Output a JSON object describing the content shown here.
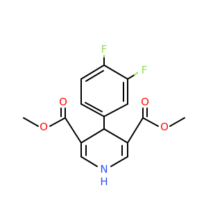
{
  "molecule": {
    "atoms": {
      "fluorine_top": "F",
      "fluorine_right": "F",
      "oxygen_left_carbonyl": "O",
      "oxygen_left_ester": "O",
      "oxygen_right_carbonyl": "O",
      "oxygen_right_ester": "O",
      "nitrogen": "N",
      "hydrogen": "H"
    },
    "colors": {
      "carbon_bond": "#000000",
      "oxygen": "#ff0d0d",
      "fluorine": "#90e050",
      "nitrogen": "#3050f8"
    }
  }
}
